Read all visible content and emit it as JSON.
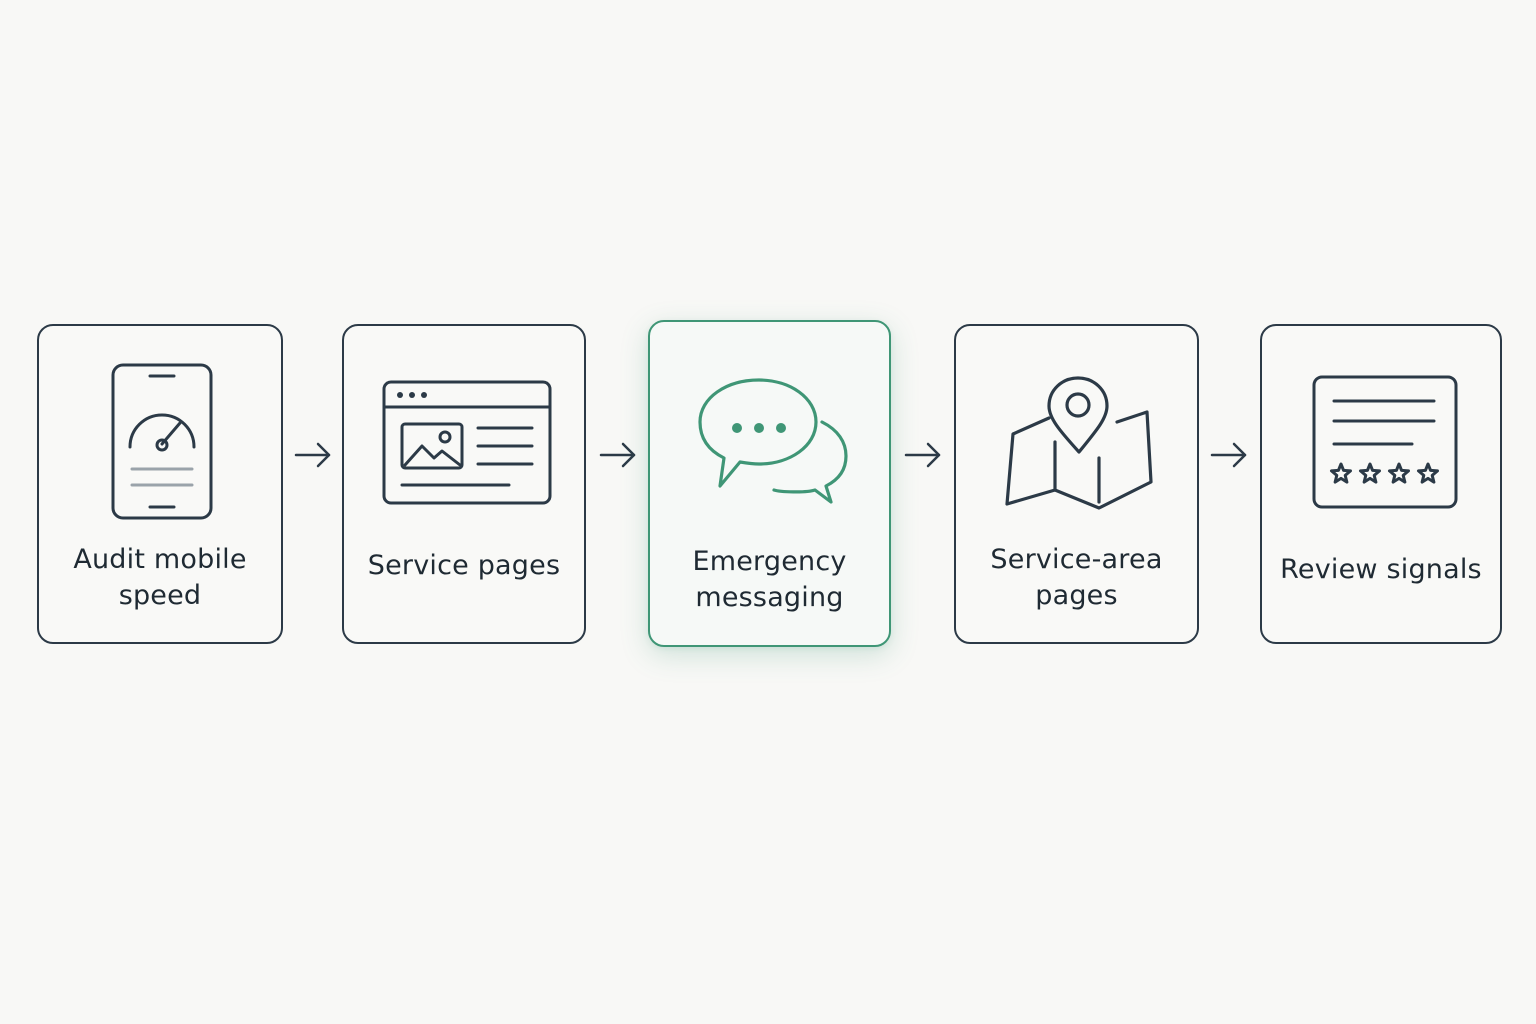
{
  "steps": [
    {
      "label": "Audit mobile speed",
      "icon": "phone-speed-icon"
    },
    {
      "label": "Service pages",
      "icon": "browser-window-icon"
    },
    {
      "label": "Emergency messaging",
      "icon": "chat-bubbles-icon",
      "highlighted": true
    },
    {
      "label": "Service-area pages",
      "icon": "map-pin-icon"
    },
    {
      "label": "Review signals",
      "icon": "review-stars-icon"
    }
  ],
  "colors": {
    "stroke": "#2c3a47",
    "accent": "#3f9676",
    "background": "#f8f8f6"
  }
}
